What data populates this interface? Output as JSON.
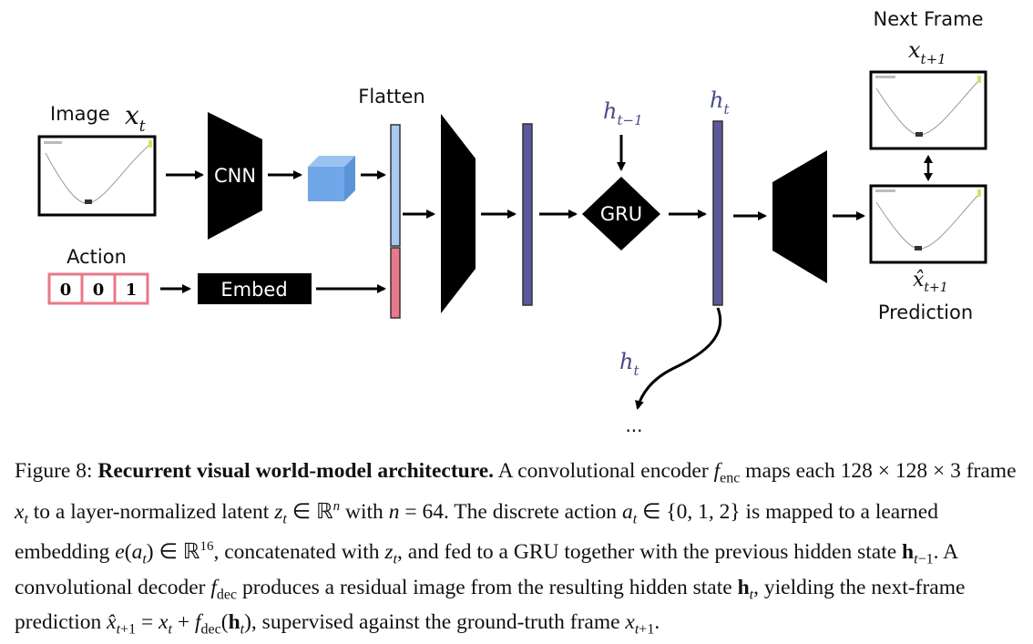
{
  "diagram": {
    "image_label": "Image",
    "x_t_label": "x",
    "x_t_sub": "t",
    "cnn_label": "CNN",
    "flatten_label": "Flatten",
    "action_label": "Action",
    "action_bits": [
      "0",
      "0",
      "1"
    ],
    "embed_label": "Embed",
    "gru_label": "GRU",
    "h_prev_label": "h",
    "h_prev_sub": "t−1",
    "h_t_label": "h",
    "h_t_sub": "t",
    "h_out_label": "h",
    "h_out_sub": "t",
    "ellipsis": "...",
    "next_frame_label": "Next Frame",
    "x_next_label": "x",
    "x_next_sub": "t+1",
    "x_hat_label": "x̂",
    "x_hat_sub": "t+1",
    "prediction_label": "Prediction",
    "colors": {
      "blue_block": "#6fa7e8",
      "flatten_blue": "#a9c9ee",
      "action_pink": "#e9788a",
      "hidden_purple": "#5a5a9a",
      "label_purple": "#4a4a8a",
      "black": "#000000"
    }
  },
  "caption": {
    "figure_label": "Figure 8:",
    "title": "Recurrent visual world-model architecture.",
    "p1": "A convolutional encoder",
    "p2": "maps each",
    "p3": "frame",
    "p4": "to a layer-normalized latent",
    "p5": "with",
    "p6": ". The discrete action",
    "p7": "is mapped to a learned embedding",
    "p8": ", concatenated with",
    "p9": ", and fed to a GRU together with the previous hidden state",
    "p10": ". A convolutional decoder",
    "p11": "produces a residual image from the resulting hidden state",
    "p12": ", yielding the next-frame prediction",
    "p13": ", supervised against the ground-truth frame",
    "p14": "."
  }
}
